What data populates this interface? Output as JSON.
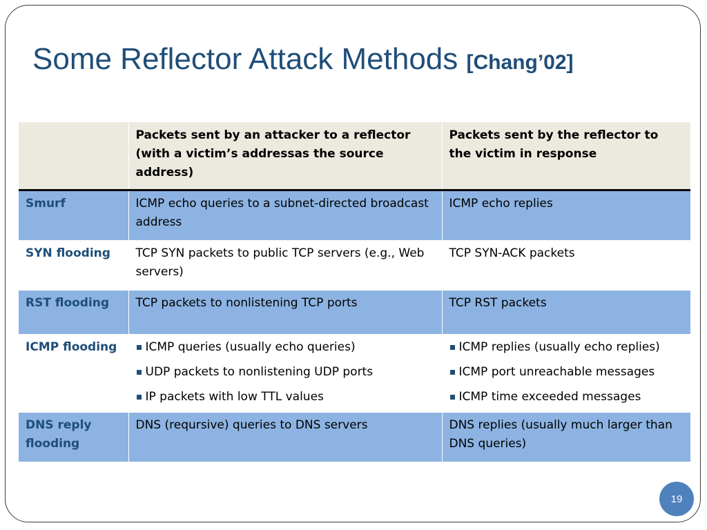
{
  "slide": {
    "title": "Some Reflector Attack Methods ",
    "citation": "[Chang’02]",
    "page_number": "19"
  },
  "table": {
    "headers": [
      "",
      "Packets sent by an attacker to a reflector (with a victim’s addressas the source address)",
      "Packets sent by the reflector to the victim in response"
    ],
    "rows": [
      {
        "method": "Smurf",
        "attacker": "ICMP echo queries to a subnet-directed broadcast address",
        "response": "ICMP echo replies"
      },
      {
        "method": "SYN flooding",
        "attacker": "TCP SYN packets to public TCP servers (e.g., Web servers)",
        "response": "TCP SYN-ACK packets"
      },
      {
        "method": "RST flooding",
        "attacker": "TCP packets to nonlistening TCP ports",
        "response": "TCP RST packets"
      },
      {
        "method": "ICMP flooding",
        "attacker_items": [
          "ICMP queries (usually echo queries)",
          "UDP packets to nonlistening UDP ports",
          "IP packets with low TTL values"
        ],
        "response_items": [
          "ICMP replies (usually echo replies)",
          "ICMP port unreachable messages",
          "ICMP time exceeded messages"
        ]
      },
      {
        "method": "DNS reply flooding",
        "attacker": "DNS (reqursive) queries to DNS servers",
        "response": "DNS replies (usually much larger than DNS queries)"
      }
    ]
  },
  "colors": {
    "title": "#1f4e79",
    "header_bg": "#eceadf",
    "band_blue": "#8cb3e2",
    "badge": "#4f81bd"
  }
}
